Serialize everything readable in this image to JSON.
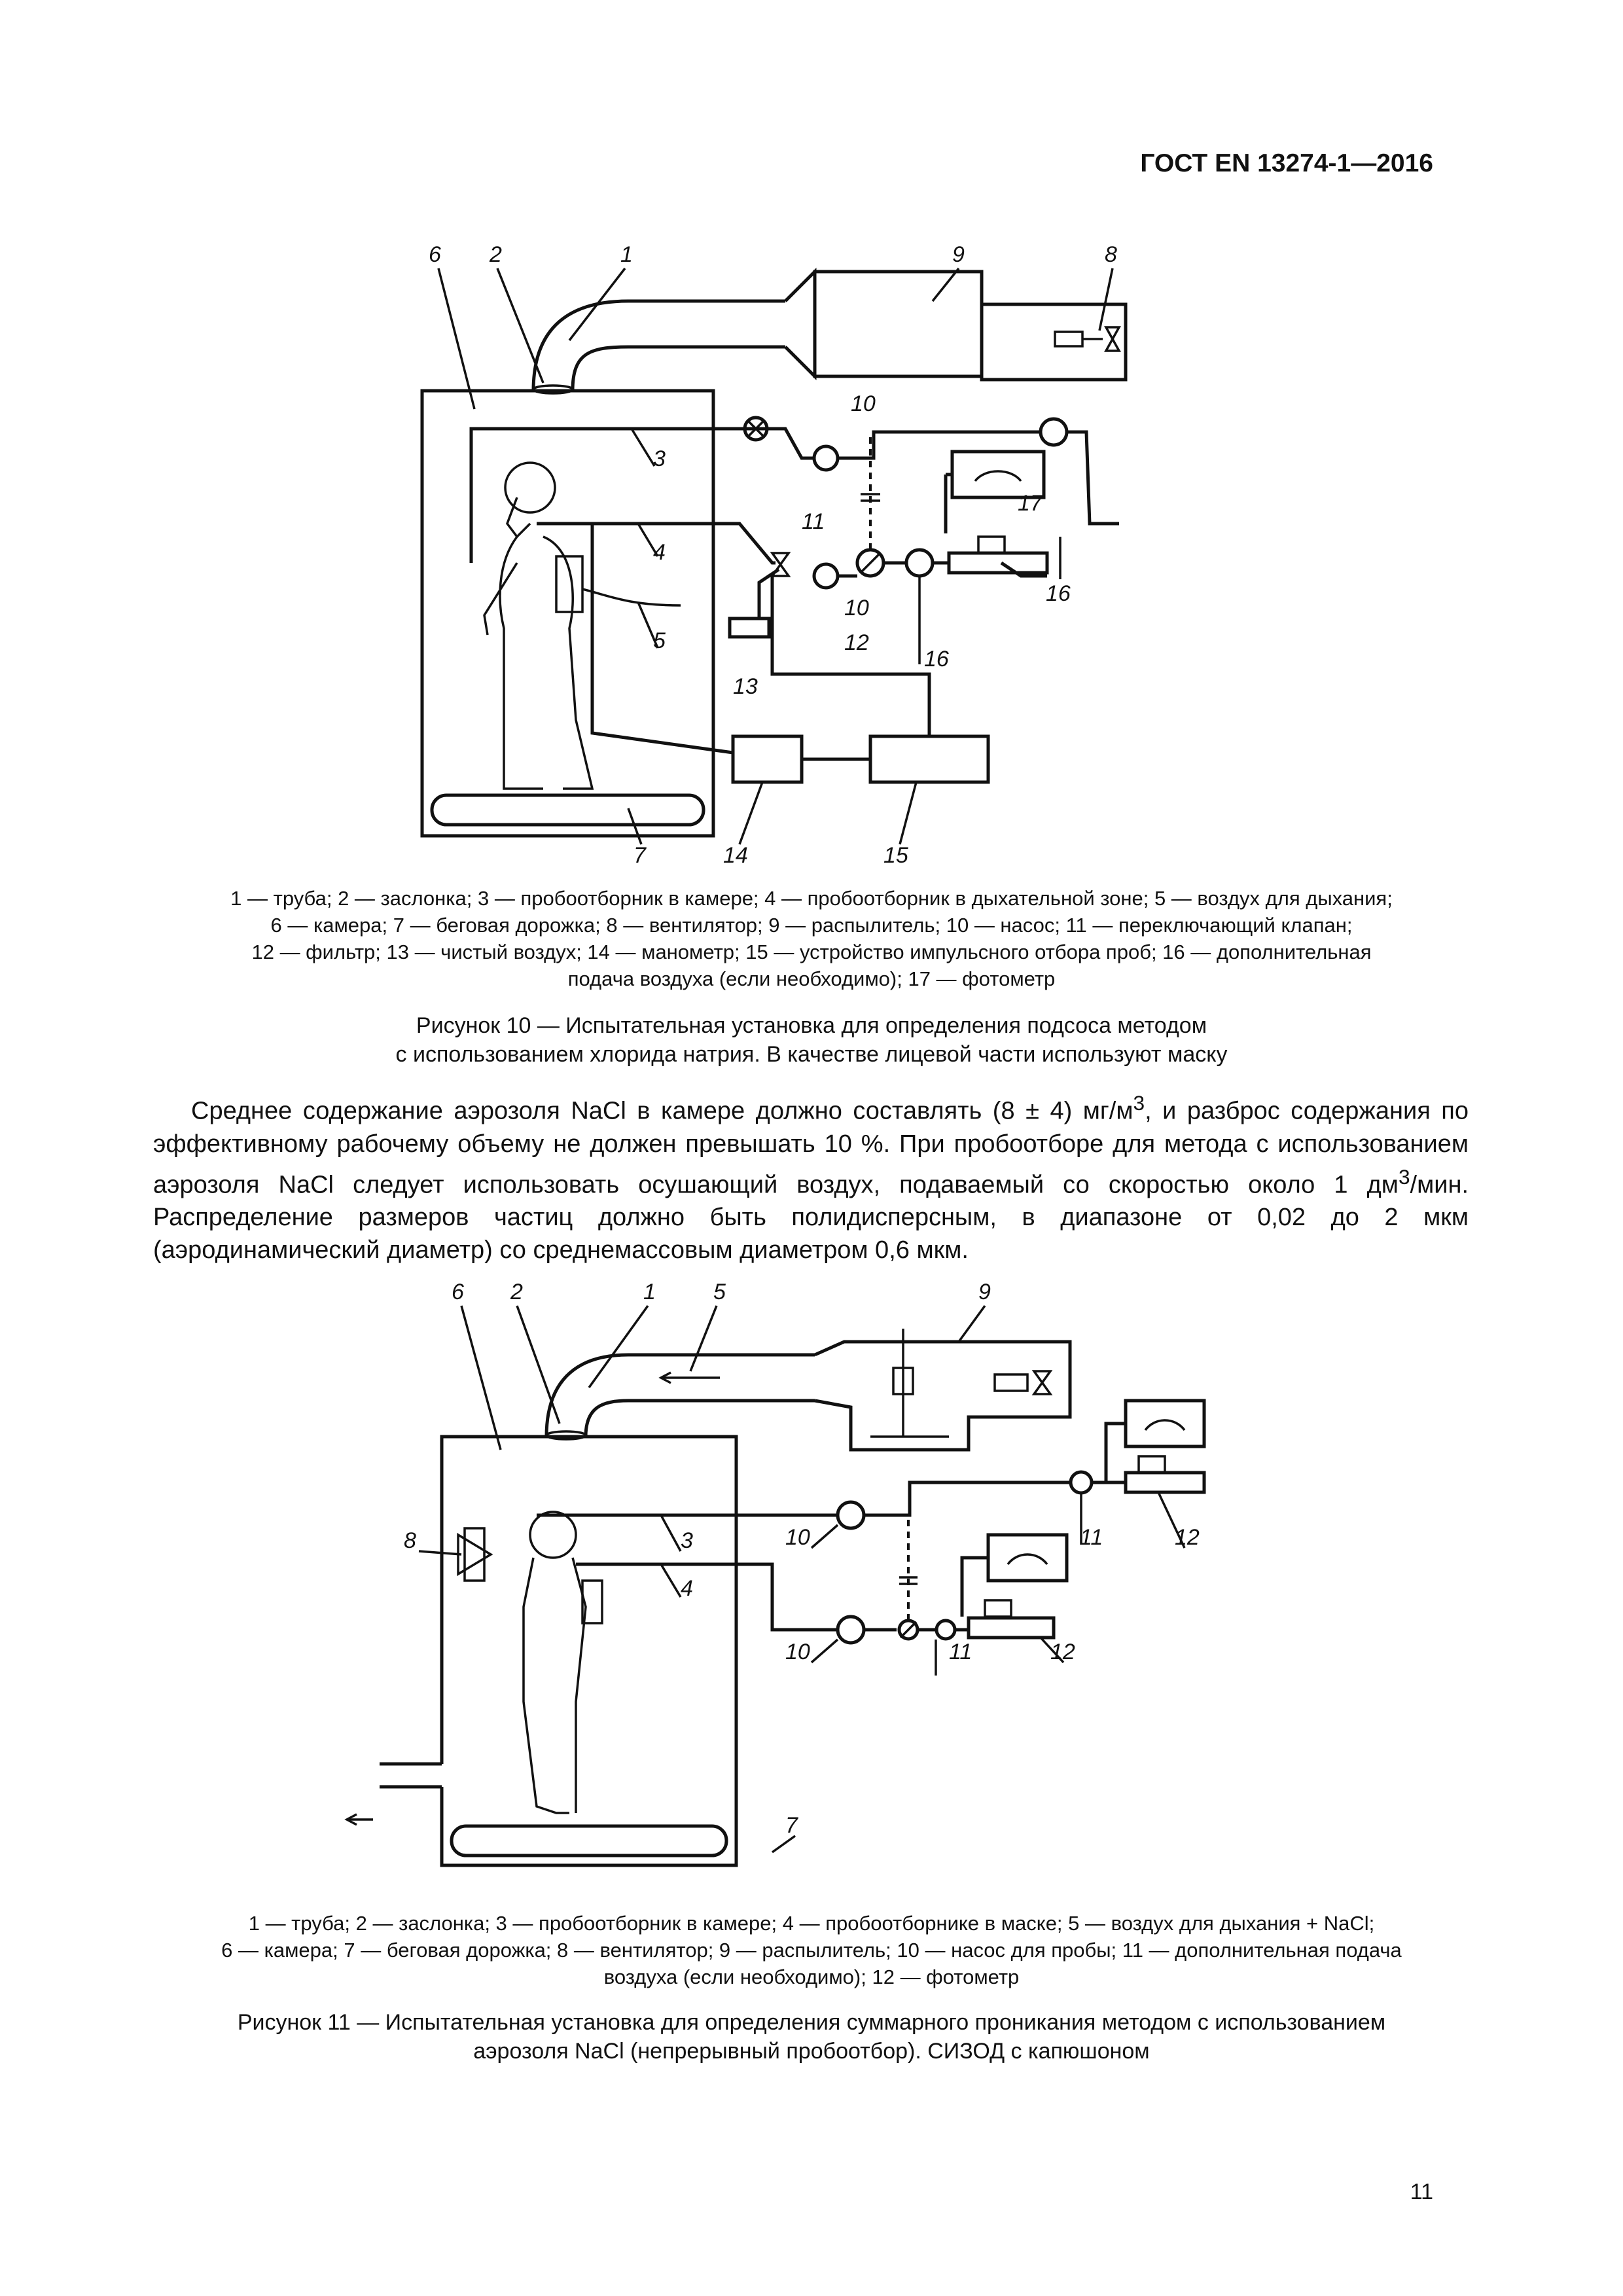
{
  "header": {
    "doc_id": "ГОСТ EN 13274-1—2016"
  },
  "figure10": {
    "callouts": [
      "6",
      "2",
      "1",
      "9",
      "8",
      "10",
      "3",
      "17",
      "11",
      "4",
      "10",
      "16",
      "5",
      "12",
      "16",
      "13",
      "7",
      "14",
      "15"
    ],
    "legend": [
      "1 — труба; 2 — заслонка; 3 — пробоотборник в камере; 4 — пробоотборник в дыхательной зоне; 5 — воздух для дыхания;",
      "6 — камера; 7 — беговая дорожка; 8 — вентилятор; 9 — распылитель; 10 — насос; 11 — переключающий клапан;",
      "12 — фильтр; 13 — чистый воздух; 14 — манометр; 15 — устройство импульсного отбора проб; 16 — дополнительная",
      "подача воздуха (если необходимо); 17 — фотометр"
    ],
    "caption_line1": "Рисунок 10 — Испытательная установка для определения подсоса методом",
    "caption_line2": "с использованием хлорида натрия. В качестве лицевой части используют маску"
  },
  "body": {
    "p1_a": "Среднее содержание аэрозоля NaCl в камере должно составлять (8 ± 4) мг/м",
    "p1_sup": "3",
    "p1_b": ", и разброс содержания по эффективному рабочему объему не должен превышать 10 %. При пробоотборе для метода с использованием аэрозоля NaCl следует использовать осушающий воздух, подаваемый со скоростью около 1 дм",
    "p1_sup2": "3",
    "p1_c": "/мин. Распределение размеров частиц должно быть полидисперсным, в диапазоне от 0,02 до 2 мкм (аэродинамический диаметр) со среднемассовым диаметром 0,6 мкм."
  },
  "figure11": {
    "callouts": [
      "6",
      "2",
      "1",
      "5",
      "9",
      "8",
      "3",
      "10",
      "11",
      "12",
      "4",
      "10",
      "11",
      "12",
      "7"
    ],
    "legend": [
      "1 — труба; 2 — заслонка; 3 — пробоотборник в камере; 4 — пробоотборнике в маске; 5 — воздух для дыхания + NaCl;",
      "6 — камера; 7 — беговая дорожка; 8 — вентилятор; 9 — распылитель; 10 — насос для пробы; 11 — дополнительная подача",
      "воздуха (если необходимо); 12 — фотометр"
    ],
    "caption_line1": "Рисунок 11 — Испытательная установка для определения суммарного проникания методом с использованием",
    "caption_line2": "аэрозоля NaCl (непрерывный пробоотбор). СИЗОД с капюшоном"
  },
  "page_number": "11"
}
